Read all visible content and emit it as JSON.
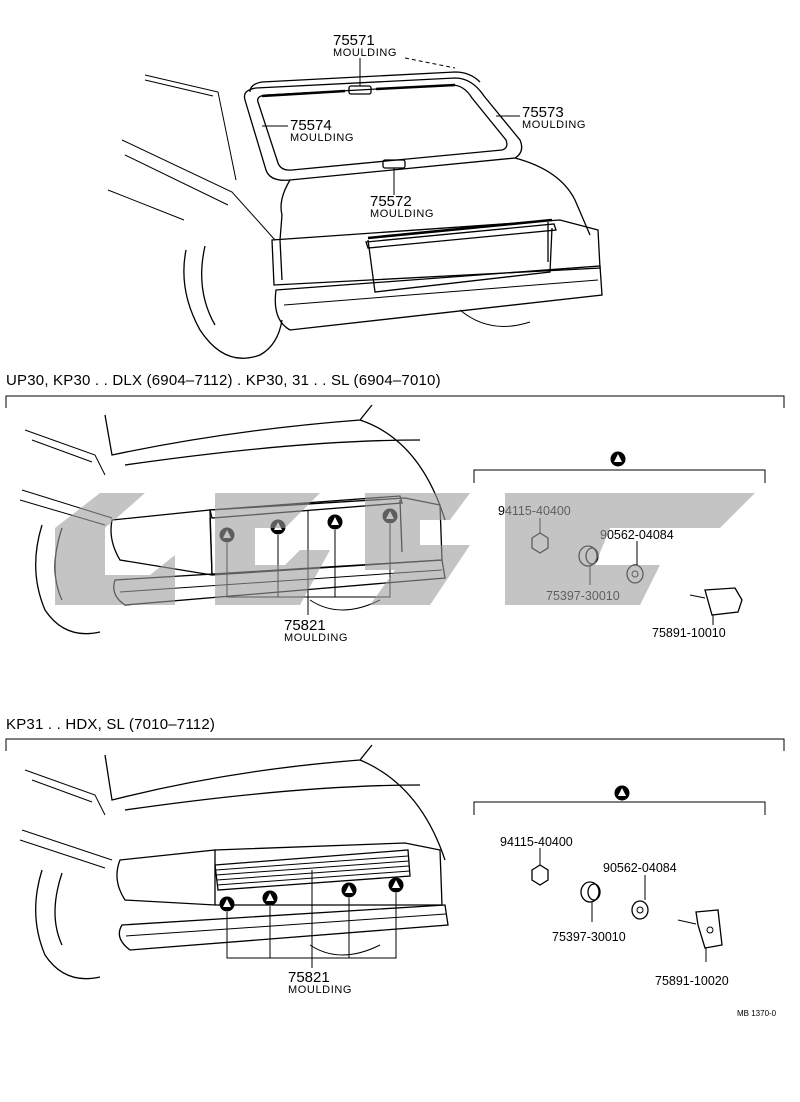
{
  "top": {
    "parts": [
      {
        "number": "75571",
        "name": "MOULDING"
      },
      {
        "number": "75574",
        "name": "MOULDING"
      },
      {
        "number": "75573",
        "name": "MOULDING"
      },
      {
        "number": "75572",
        "name": "MOULDING"
      }
    ]
  },
  "section1": {
    "title": "UP30, KP30 . . DLX (6904–7112) . KP30, 31 . . SL (6904–7010)",
    "moulding": {
      "number": "75821",
      "name": "MOULDING"
    },
    "hardware": [
      "94115-40400",
      "90562-04084",
      "75397-30010",
      "75891-10010"
    ]
  },
  "section2": {
    "title": "KP31 . . HDX, SL (7010–7112)",
    "moulding": {
      "number": "75821",
      "name": "MOULDING"
    },
    "hardware": [
      "94115-40400",
      "90562-04084",
      "75397-30010",
      "75891-10020"
    ]
  },
  "footer_code": "MB 1370-0",
  "colors": {
    "line": "#000000",
    "watermark": "#9c9c9c",
    "background": "#ffffff"
  }
}
